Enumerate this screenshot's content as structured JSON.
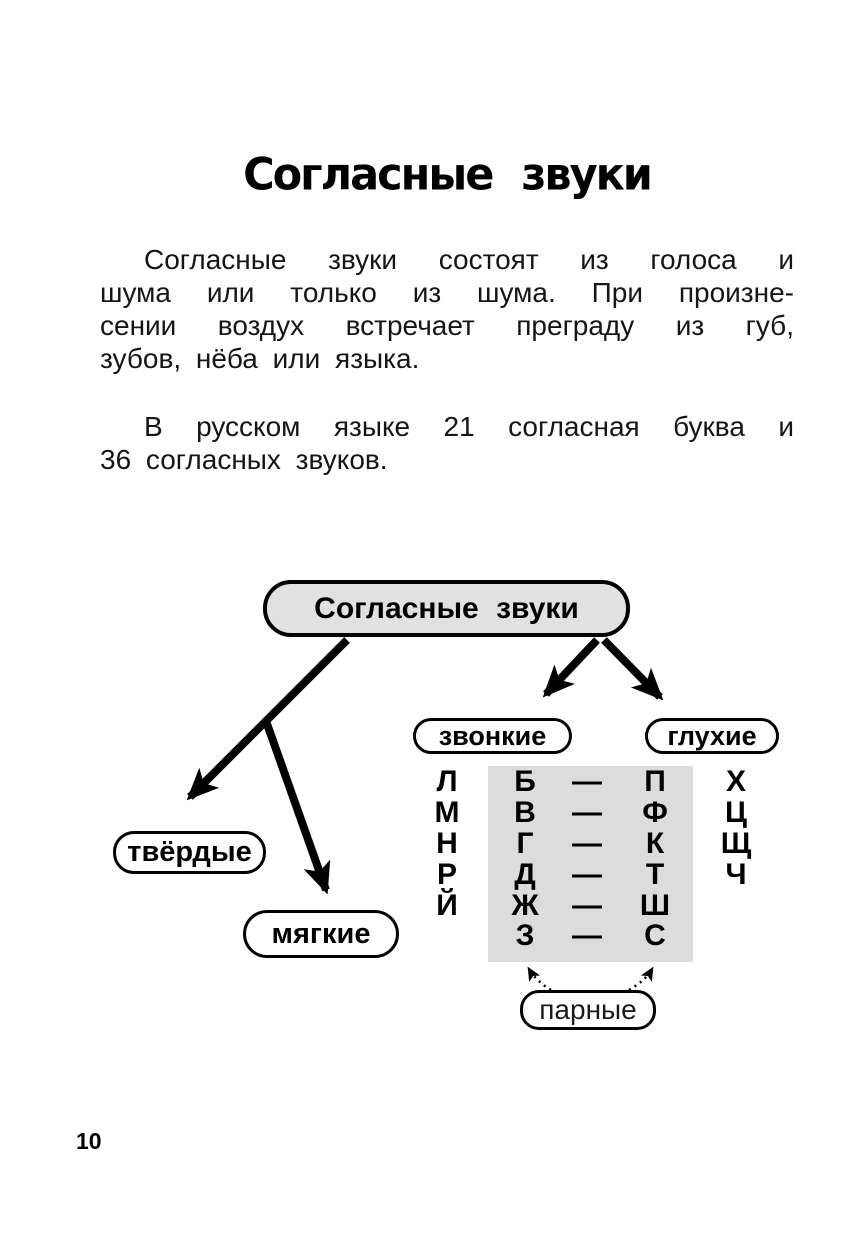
{
  "page": {
    "title": "Согласные звуки",
    "number": "10"
  },
  "paragraph1": {
    "line1": "Согласные звуки состоят из голоса и",
    "line2": "шума или только из шума. При произне-",
    "line3": "сении воздух встречает преграду из губ,",
    "line4": "зубов, нёба или языка."
  },
  "paragraph2": {
    "line1": "В русском языке 21 согласная буква и",
    "line2": "36 согласных звуков."
  },
  "diagram": {
    "root_label": "Согласные звуки",
    "voiced_label": "звонкие",
    "voiceless_label": "глухие",
    "hard_label": "твёрдые",
    "soft_label": "мягкие",
    "paired_label": "парные",
    "dash": "—",
    "unpaired_voiced": [
      "Л",
      "М",
      "Н",
      "Р",
      "Й"
    ],
    "pairs": [
      [
        "Б",
        "П"
      ],
      [
        "В",
        "Ф"
      ],
      [
        "Г",
        "К"
      ],
      [
        "Д",
        "Т"
      ],
      [
        "Ж",
        "Ш"
      ],
      [
        "З",
        "С"
      ]
    ],
    "unpaired_voiceless": [
      "Х",
      "Ц",
      "Щ",
      "Ч"
    ],
    "colors": {
      "root_fill": "#e1e1e1",
      "panel_fill": "#dcdcdc",
      "ink": "#000000"
    }
  }
}
